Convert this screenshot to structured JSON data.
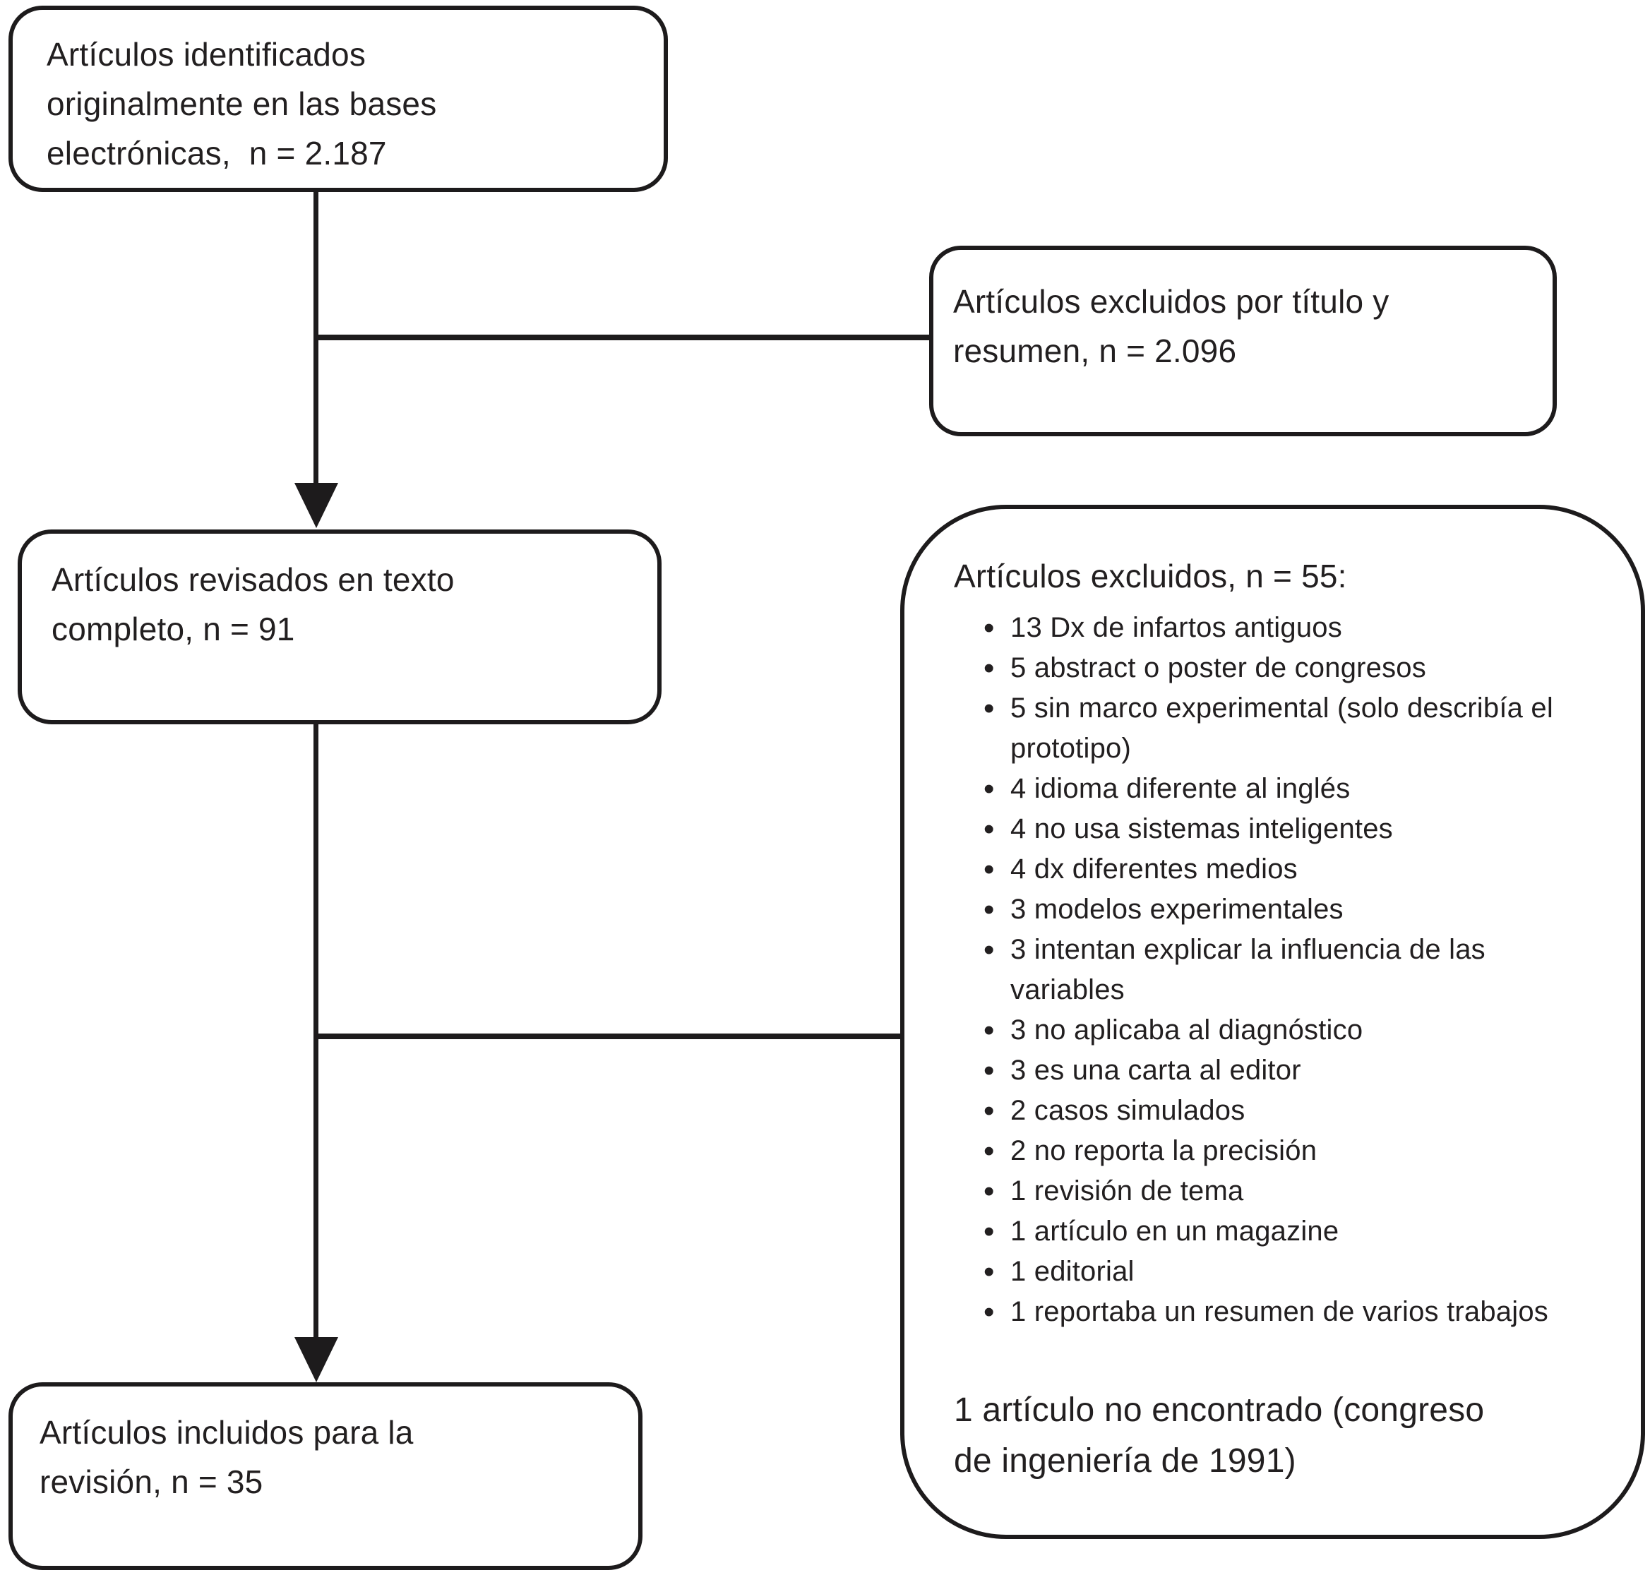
{
  "boxes": {
    "identified": {
      "text": "Artículos identificados\noriginalmente en las bases\nelectrónicas,  n = 2.187"
    },
    "excluded_title_abstract": {
      "text": "Artículos excluidos por título y\nresumen, n = 2.096"
    },
    "full_text_reviewed": {
      "text": "Artículos revisados en texto\ncompleto, n = 91"
    },
    "excluded_full_text": {
      "title": "Artículos excluidos, n = 55:",
      "exclusions": [
        "13 Dx de infartos antiguos",
        "5 abstract o poster de congresos",
        "5 sin marco experimental (solo describía el\nprototipo)",
        "4 idioma diferente al inglés",
        "4 no usa sistemas inteligentes",
        "4 dx diferentes medios",
        "3 modelos experimentales",
        "3 intentan explicar la influencia de las\nvariables",
        "3 no aplicaba al diagnóstico",
        "3 es una carta al editor",
        "2 casos simulados",
        "2 no reporta la precisión",
        "1 revisión de tema",
        "1 artículo en un magazine",
        "1 editorial",
        "1 reportaba un resumen de varios trabajos"
      ],
      "note": "1 artículo no encontrado (congreso\nde ingeniería de 1991)"
    },
    "included": {
      "text": "Artículos incluidos para la\nrevisión, n = 35"
    }
  }
}
